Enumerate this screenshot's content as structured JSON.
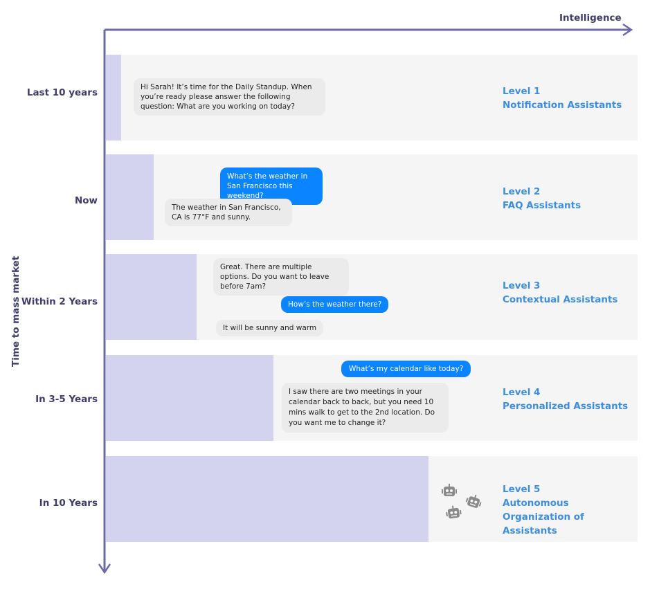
{
  "axes": {
    "x_label": "Intelligence",
    "y_label": "Time to mass market",
    "color": "#6b69a8"
  },
  "rows": [
    {
      "time": "Last 10 years",
      "level": "Level 1",
      "name": "Notification Assistants",
      "messages": [
        {
          "from": "bot",
          "text": "Hi Sarah! It’s time for the Daily Standup. When you’re ready please answer the following question: What are you working on today?"
        }
      ]
    },
    {
      "time": "Now",
      "level": "Level 2",
      "name": "FAQ Assistants",
      "messages": [
        {
          "from": "user",
          "text": "What’s the weather in San Francisco this weekend?"
        },
        {
          "from": "bot",
          "text": "The weather in San Francisco, CA is 77°F and sunny."
        }
      ]
    },
    {
      "time": "Within 2 Years",
      "level": "Level 3",
      "name": "Contextual Assistants",
      "messages": [
        {
          "from": "bot",
          "text": "Great. There are multiple options. Do you want to leave before 7am?"
        },
        {
          "from": "user",
          "text": "How’s the weather there?"
        },
        {
          "from": "bot",
          "text": "It will be sunny and warm"
        }
      ]
    },
    {
      "time": "In 3-5 Years",
      "level": "Level 4",
      "name": "Personalized Assistants",
      "messages": [
        {
          "from": "user",
          "text": "What’s my calendar like today?"
        },
        {
          "from": "bot",
          "text": "I saw there are two meetings in your calendar back to back, but you need 10 mins walk to get to the 2nd location. Do you want me to change it?"
        }
      ]
    },
    {
      "time": "In 10 Years",
      "level": "Level 5",
      "name": "Autonomous Organization of Assistants",
      "icon": "robot-icon",
      "messages": []
    }
  ],
  "colors": {
    "bar": "#d4d3ef",
    "row_bg": "#f5f5f5",
    "level_text": "#3d8ee0",
    "user_bubble": "#0a84ff",
    "bot_bubble": "#ebebeb"
  }
}
